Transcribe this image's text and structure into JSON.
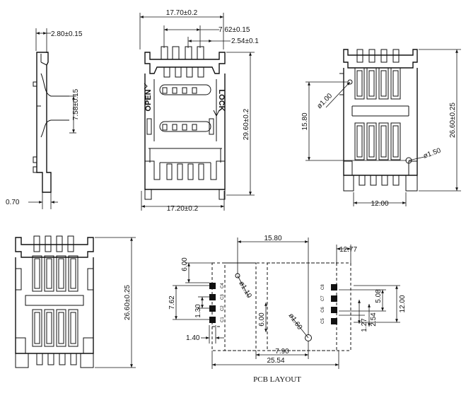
{
  "side_view": {
    "dims": {
      "thickness": "2.80±0.15",
      "window": "7.58±0.15",
      "base": "0.70"
    }
  },
  "top_view": {
    "dims": {
      "width_top": "17.70±0.2",
      "pitch_span": "7.62±0.15",
      "pitch": "2.54±0.1",
      "length": "29.60±0.2",
      "width_bottom": "17.20±0.2"
    },
    "labels": {
      "open": "OPEN",
      "lock": "LOCK"
    }
  },
  "bottom_view": {
    "dims": {
      "hole_a": "ø1.00",
      "hole_b": "ø1.50",
      "hole_spacing": "15.80",
      "length": "26.60±0.25",
      "width": "12.00"
    }
  },
  "front_view": {
    "dims": {
      "length": "26.60±0.25"
    }
  },
  "pcb_layout": {
    "title": "PCB LAYOUT",
    "dims": {
      "hole_spacing": "15.80",
      "right_edge": "12.77",
      "top_offset": "6.00",
      "left_height": "7.62",
      "pad_pitch": "1.30",
      "pad_width": "1.40",
      "hole_a": "ø1.10",
      "hole_b": "ø1.60",
      "center_offset": "6.00",
      "right_width": "12.00",
      "right_span": "5.08",
      "pitch_a": "1.27",
      "pitch_b": "2.54",
      "bottom_offset": "7.90",
      "total_width": "25.54"
    },
    "pin_labels": {
      "left": [
        "C4",
        "C3",
        "C2",
        "C1"
      ],
      "right": [
        "C8",
        "C7",
        "C6",
        "C5"
      ]
    }
  }
}
